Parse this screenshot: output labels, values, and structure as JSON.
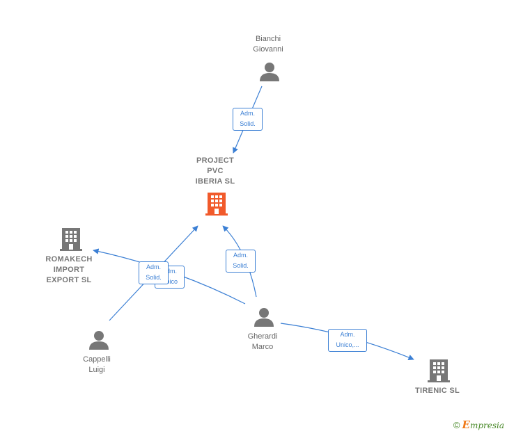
{
  "colors": {
    "edge": "#3b7fd4",
    "focus_company": "#f15a2b",
    "company": "#777777",
    "person": "#777777"
  },
  "nodes": {
    "bianchi": {
      "label": "Bianchi\nGiovanni",
      "type": "person",
      "icon": "person-icon"
    },
    "project": {
      "label": "PROJECT\nPVC\nIBERIA  SL",
      "type": "focus-company",
      "icon": "building-icon"
    },
    "romakech": {
      "label": "ROMAKECH\nIMPORT\nEXPORT  SL",
      "type": "company",
      "icon": "building-icon"
    },
    "cappelli": {
      "label": "Cappelli\nLuigi",
      "type": "person",
      "icon": "person-icon"
    },
    "gherardi": {
      "label": "Gherardi\nMarco",
      "type": "person",
      "icon": "person-icon"
    },
    "tirenic": {
      "label": "TIRENIC  SL",
      "type": "company",
      "icon": "building-icon"
    }
  },
  "edges": {
    "bianchi_project": {
      "label": "Adm.\nSolid."
    },
    "cappelli_project": {
      "label": "Adm.\nSolid."
    },
    "gherardi_romakech": {
      "label": "Adm.\nUnico"
    },
    "gherardi_project": {
      "label": "Adm.\nSolid."
    },
    "gherardi_tirenic": {
      "label": "Adm.\nUnico,..."
    }
  },
  "footer": {
    "copyright": "©",
    "brand_first": "E",
    "brand_rest": "mpresia"
  }
}
